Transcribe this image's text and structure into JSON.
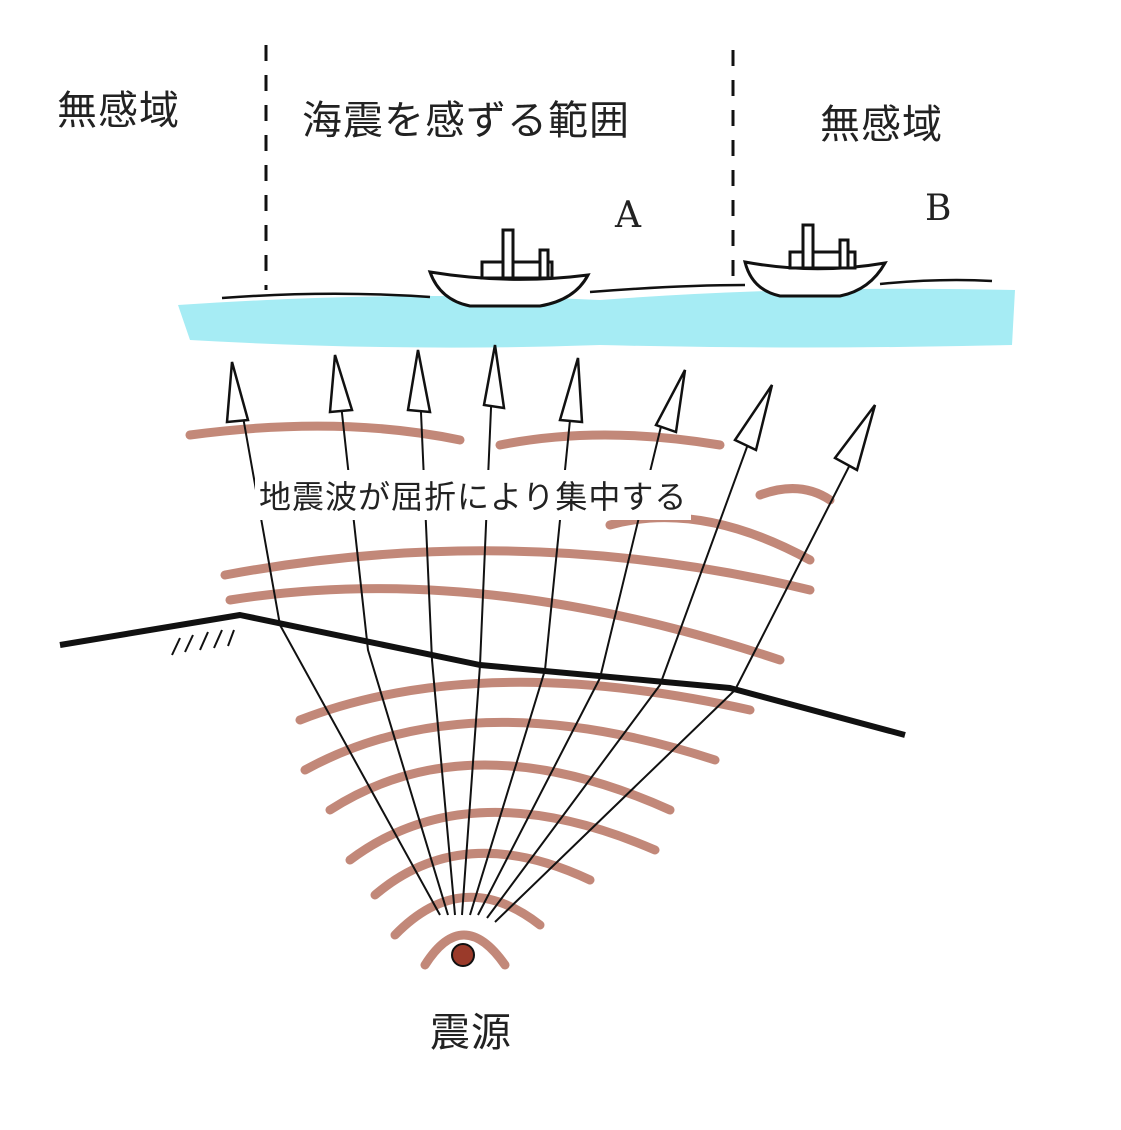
{
  "labels": {
    "no_feel_left": "無感域",
    "feel_range": "海震を感ずる範囲",
    "no_feel_right": "無感域",
    "ship_a": "A",
    "ship_b": "B",
    "refraction": "地震波が屈折により集中する",
    "hypocenter": "震源"
  },
  "colors": {
    "sea": "#a6ecf4",
    "wave_arcs": "#b87462",
    "hypocenter": "#9a3a2a",
    "ink": "#111111"
  }
}
